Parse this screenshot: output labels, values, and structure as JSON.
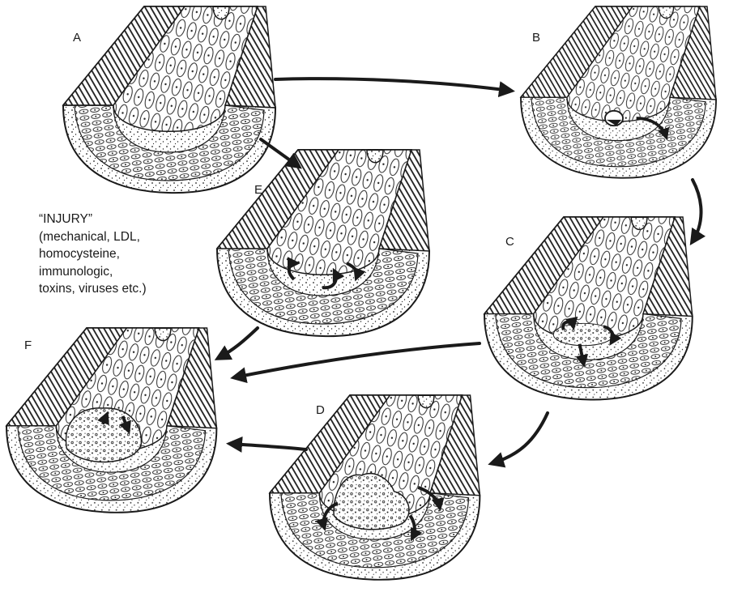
{
  "panels": [
    {
      "id": "A",
      "label": "A"
    },
    {
      "id": "B",
      "label": "B"
    },
    {
      "id": "C",
      "label": "C"
    },
    {
      "id": "D",
      "label": "D"
    },
    {
      "id": "E",
      "label": "E"
    },
    {
      "id": "F",
      "label": "F"
    }
  ],
  "injury_note": {
    "lines": [
      "“INJURY”",
      "(mechanical, LDL,",
      "homocysteine,",
      "immunologic,",
      "toxins, viruses etc.)"
    ]
  },
  "colors": {
    "ink": "#1a1a1a",
    "paper": "#ffffff"
  }
}
